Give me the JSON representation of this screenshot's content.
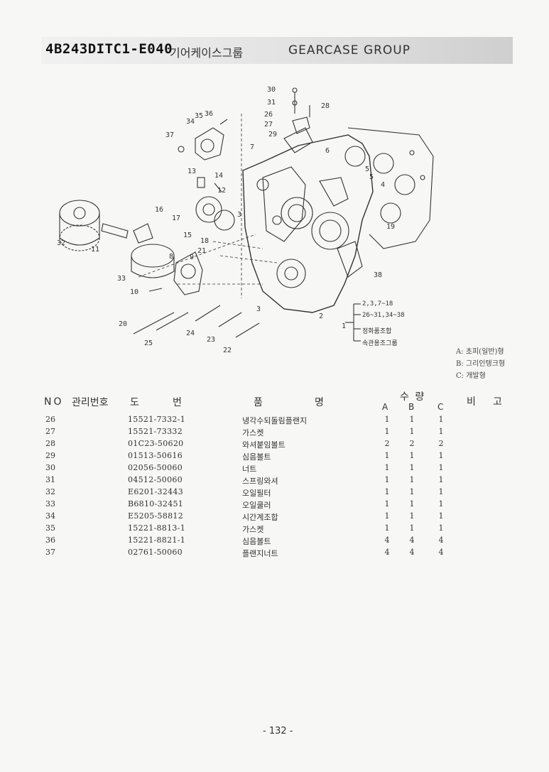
{
  "header": {
    "code": "4B243DITC1-E040",
    "korean_title": "기어케이스그룹",
    "english_title": "GEARCASE GROUP"
  },
  "diagram": {
    "callouts": [
      "30",
      "31",
      "26",
      "28",
      "27",
      "29",
      "7",
      "34",
      "35",
      "36",
      "37",
      "13",
      "14",
      "12",
      "6",
      "5",
      "4",
      "5",
      "16",
      "17",
      "15",
      "18",
      "21",
      "9",
      "3",
      "19",
      "32",
      "11",
      "8",
      "33",
      "10",
      "38",
      "20",
      "24",
      "23",
      "22",
      "25",
      "2",
      "1",
      "3"
    ],
    "bracket_lines": [
      "2,3,7~18",
      "26~31,34~38",
      "정화품조합",
      "속관용조그룹"
    ],
    "legend": [
      "A: 초피(일반)형",
      "B: 그리인텡크형",
      "C: 개발형"
    ]
  },
  "table": {
    "headers": {
      "no": "NO",
      "mgmt": "관리번호",
      "do": "도",
      "beon": "번",
      "pum": "품",
      "myeong": "명",
      "suryang": "수 량",
      "a": "A",
      "b": "B",
      "c": "C",
      "bi": "비",
      "go": "고"
    },
    "rows": [
      {
        "no": "26",
        "part": "15521-7332-1",
        "name": "냉각수되돌림플랜지",
        "a": "1",
        "b": "1",
        "c": "1"
      },
      {
        "no": "27",
        "part": "15521-73332",
        "name": "가스켓",
        "a": "1",
        "b": "1",
        "c": "1"
      },
      {
        "no": "28",
        "part": "01C23-50620",
        "name": "와셔붙임볼트",
        "a": "2",
        "b": "2",
        "c": "2"
      },
      {
        "no": "29",
        "part": "01513-50616",
        "name": "심음볼트",
        "a": "1",
        "b": "1",
        "c": "1"
      },
      {
        "no": "30",
        "part": "02056-50060",
        "name": "너트",
        "a": "1",
        "b": "1",
        "c": "1"
      },
      {
        "no": "31",
        "part": "04512-50060",
        "name": "스프링와셔",
        "a": "1",
        "b": "1",
        "c": "1"
      },
      {
        "no": "32",
        "part": "E6201-32443",
        "name": "오일필터",
        "a": "1",
        "b": "1",
        "c": "1"
      },
      {
        "no": "33",
        "part": "B6810-32451",
        "name": "오일쿨러",
        "a": "1",
        "b": "1",
        "c": "1"
      },
      {
        "no": "34",
        "part": "E5205-58812",
        "name": "시간계조합",
        "a": "1",
        "b": "1",
        "c": "1"
      },
      {
        "no": "35",
        "part": "15221-8813-1",
        "name": "가스켓",
        "a": "1",
        "b": "1",
        "c": "1"
      },
      {
        "no": "36",
        "part": "15221-8821-1",
        "name": "심음볼트",
        "a": "4",
        "b": "4",
        "c": "4"
      },
      {
        "no": "37",
        "part": "02761-50060",
        "name": "플랜지너트",
        "a": "4",
        "b": "4",
        "c": "4"
      }
    ]
  },
  "footer": {
    "page": "- 132 -"
  }
}
